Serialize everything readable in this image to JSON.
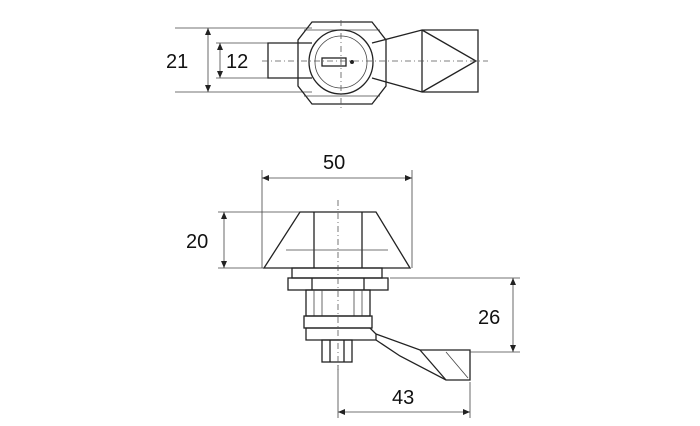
{
  "dimensions": {
    "top_height_outer": "21",
    "top_height_inner": "12",
    "front_width": "50",
    "front_height_head": "20",
    "front_height_cam": "26",
    "front_width_cam": "43"
  },
  "colors": {
    "line": "#222222",
    "background": "#ffffff"
  }
}
